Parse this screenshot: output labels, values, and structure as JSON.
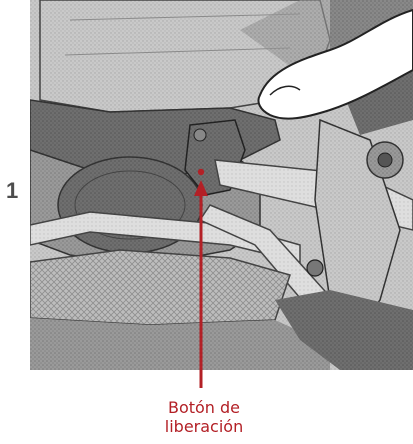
{
  "step": {
    "number": "1"
  },
  "callout": {
    "line1": "Botón de",
    "line2": "liberación",
    "color": "#b32026"
  },
  "illustration": {
    "subject": "stroller-seat-release-mechanism"
  }
}
